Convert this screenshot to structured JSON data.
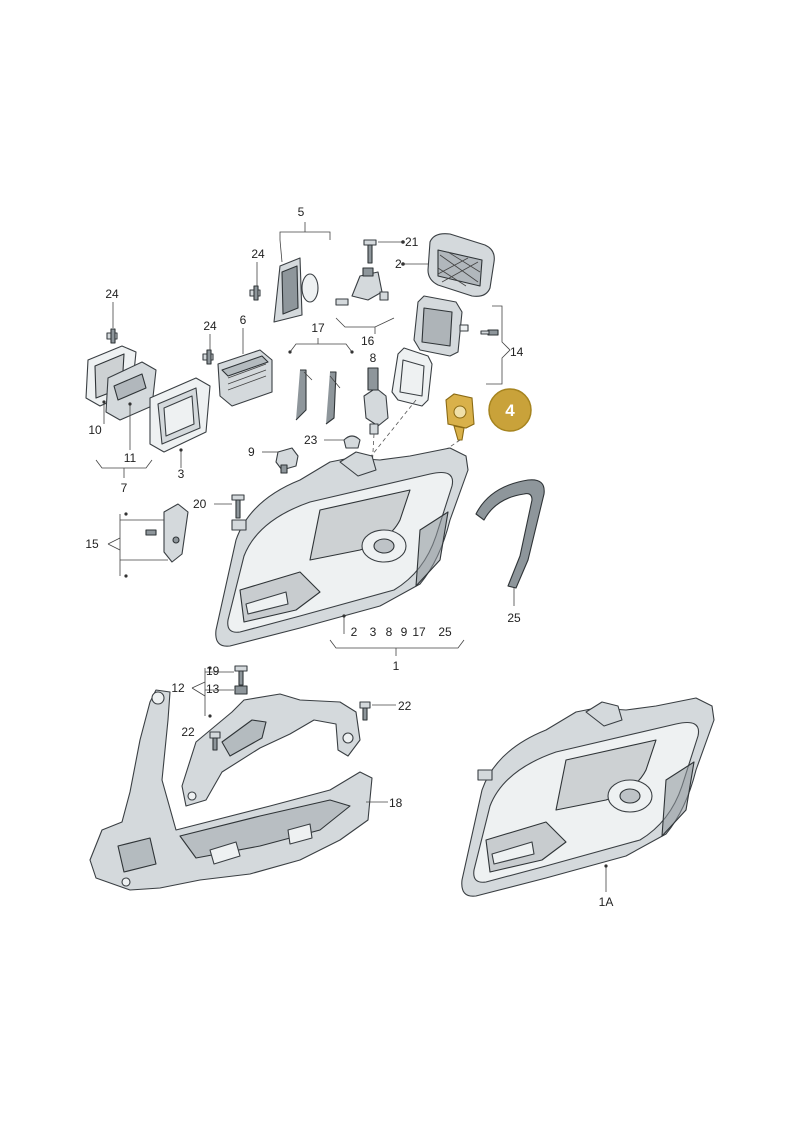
{
  "callouts": {
    "c1": "1",
    "c1a": "1A",
    "c2": "2",
    "c3": "3",
    "c5": "5",
    "c6": "6",
    "c7": "7",
    "c8": "8",
    "c9": "9",
    "c10": "10",
    "c11": "11",
    "c12": "12",
    "c13": "13",
    "c14": "14",
    "c15": "15",
    "c16": "16",
    "c17": "17",
    "c18": "18",
    "c19": "19",
    "c20": "20",
    "c21": "21",
    "c22a": "22",
    "c22b": "22",
    "c23": "23",
    "c24a": "24",
    "c24b": "24",
    "c24c": "24",
    "c25": "25"
  },
  "assembly_list": {
    "n2": "2",
    "n3": "3",
    "n8": "8",
    "n9": "9",
    "n17": "17",
    "n25": "25"
  },
  "highlight": {
    "label": "4",
    "color": "#c9a23a"
  }
}
